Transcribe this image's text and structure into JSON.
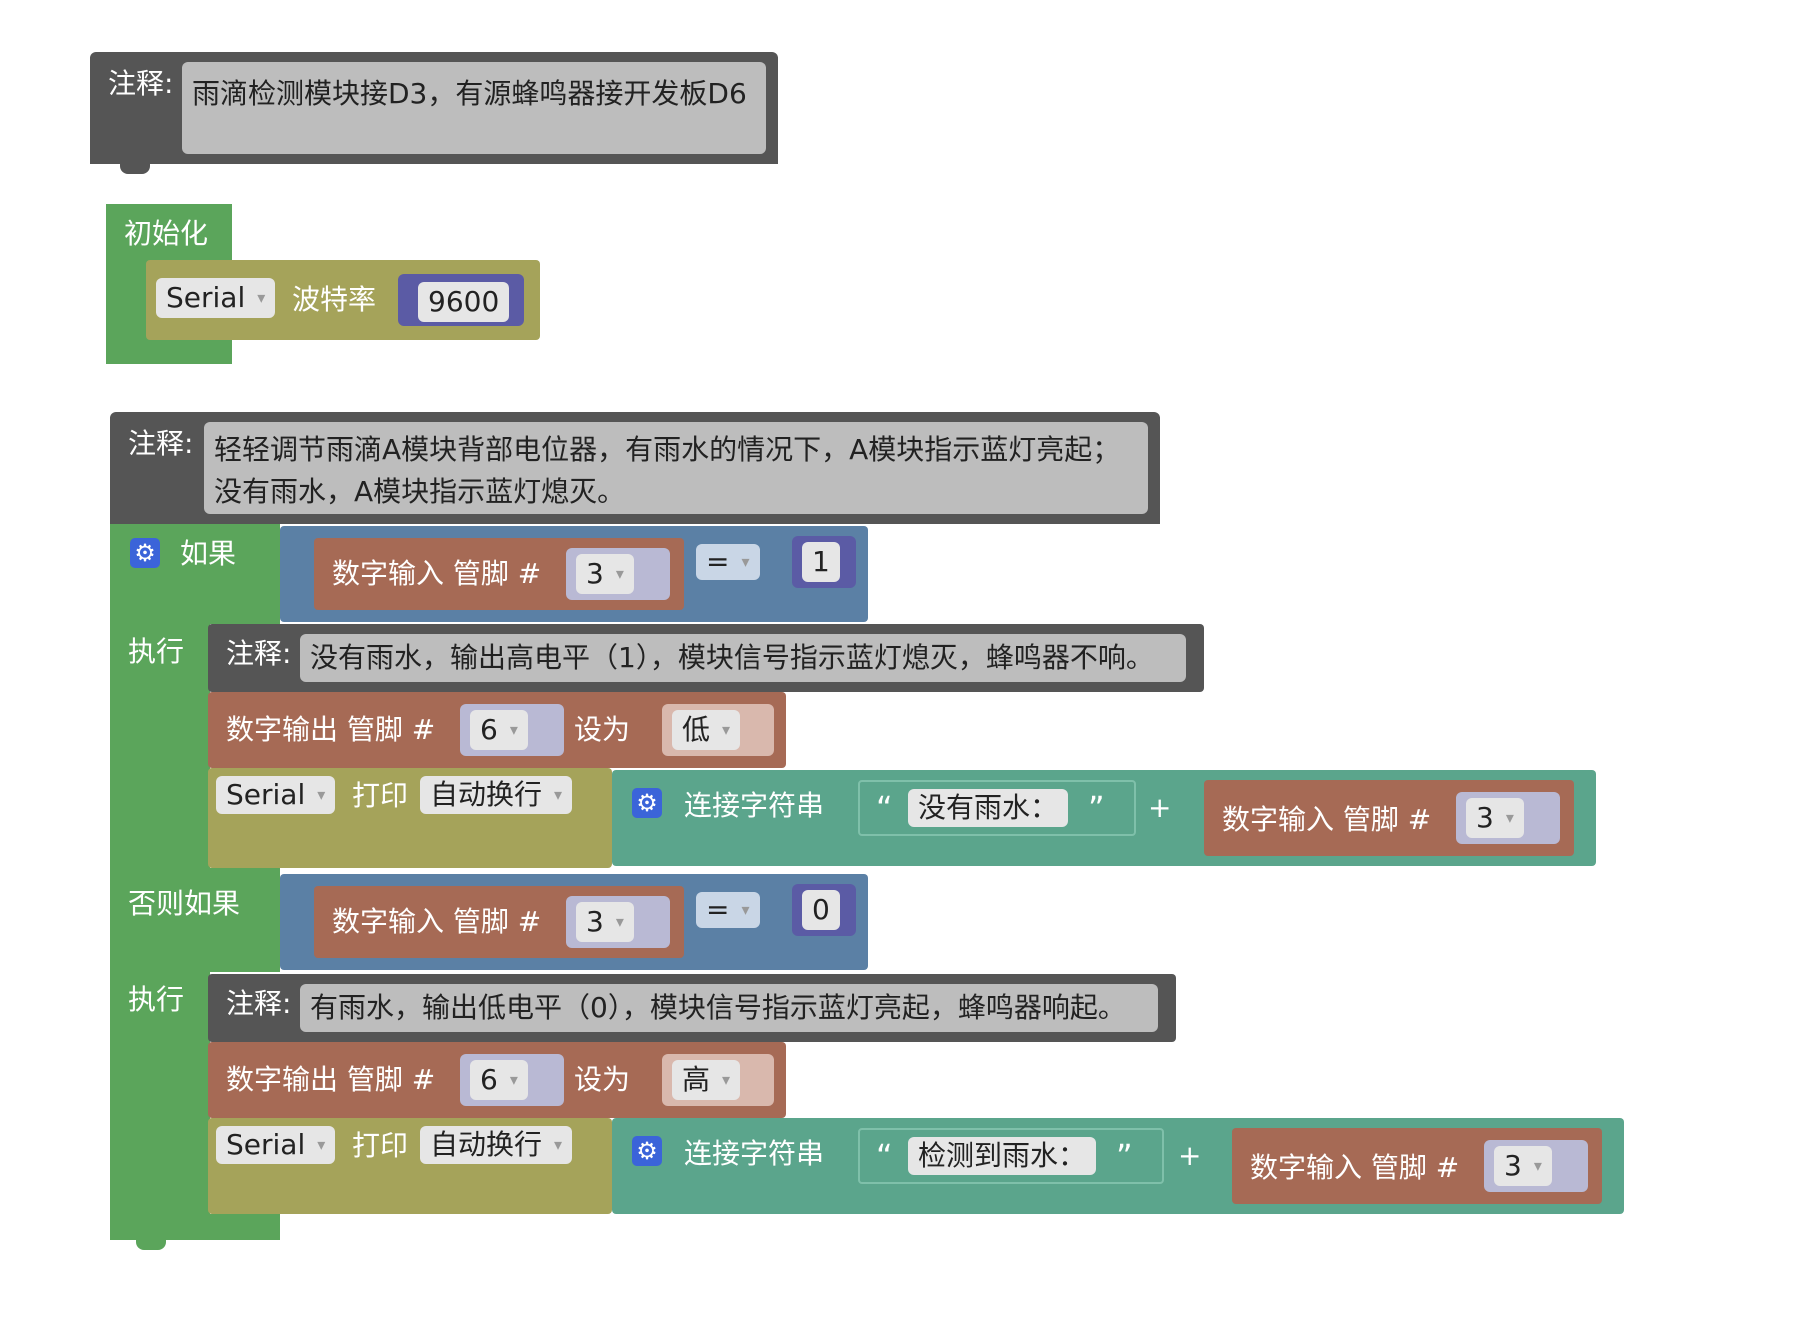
{
  "comment1": {
    "label": "注释:",
    "text": "雨滴检测模块接D3，有源蜂鸣器接开发板D6"
  },
  "setup": {
    "title": "初始化",
    "serial": "Serial",
    "baud_label": "波特率",
    "baud_value": "9600"
  },
  "comment2": {
    "label": "注释:",
    "line1": "轻轻调节雨滴A模块背部电位器，有雨水的情况下，A模块指示蓝灯亮起；",
    "line2": "没有雨水，A模块指示蓝灯熄灭。"
  },
  "if_block": {
    "if_label": "如果",
    "do_label": "执行",
    "elseif_label": "否则如果",
    "do2_label": "执行",
    "cond1": {
      "read_label": "数字输入 管脚 #",
      "pin": "3",
      "op": "=",
      "value": "1"
    },
    "cond2": {
      "read_label": "数字输入 管脚 #",
      "pin": "3",
      "op": "=",
      "value": "0"
    }
  },
  "branch1": {
    "comment_label": "注释:",
    "comment_text": "没有雨水，输出高电平（1），模块信号指示蓝灯熄灭，蜂鸣器不响。",
    "write_label": "数字输出 管脚 #",
    "write_pin": "6",
    "set_label": "设为",
    "set_value": "低",
    "serial": "Serial",
    "print_label": "打印",
    "newline": "自动换行",
    "concat_label": "连接字符串",
    "open_quote": "“",
    "string": "没有雨水：",
    "close_quote": "”",
    "plus": "+",
    "read_label": "数字输入 管脚 #",
    "read_pin": "3"
  },
  "branch2": {
    "comment_label": "注释:",
    "comment_text": "有雨水，输出低电平（0），模块信号指示蓝灯亮起，蜂鸣器响起。",
    "write_label": "数字输出 管脚 #",
    "write_pin": "6",
    "set_label": "设为",
    "set_value": "高",
    "serial": "Serial",
    "print_label": "打印",
    "newline": "自动换行",
    "concat_label": "连接字符串",
    "open_quote": "“",
    "string": "检测到雨水：",
    "close_quote": "”",
    "plus": "+",
    "read_label": "数字输入 管脚 #",
    "read_pin": "3"
  },
  "colors": {
    "comment": "#555555",
    "setup_green": "#5ba55b",
    "serial_olive": "#a5a35a",
    "io_brown": "#a66a55",
    "logic_blue": "#5b80a5",
    "text_teal": "#5ba58c",
    "number_purple": "#5b5ba5"
  }
}
